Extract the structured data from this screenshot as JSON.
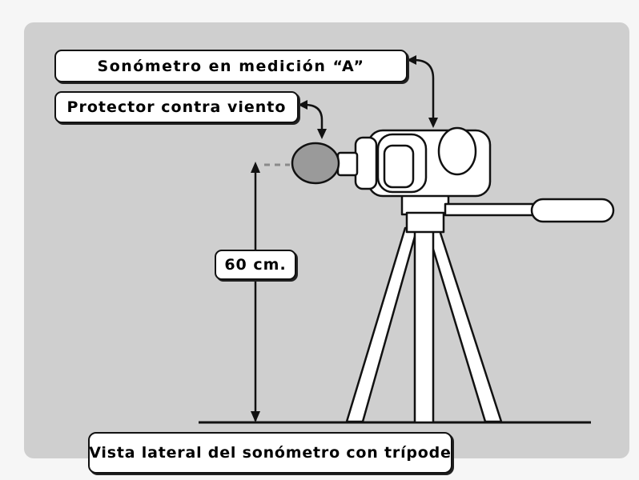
{
  "labels": {
    "sonometro": "Sonómetro en medición “A”",
    "protector": "Protector contra viento",
    "height": "60 cm.",
    "caption": "Vista lateral del sonómetro con trípode"
  },
  "colors": {
    "page_background": "#f6f6f6",
    "panel": "#cfcfcf",
    "outline": "#111111",
    "instrument_fill": "#ffffff",
    "windscreen_fill": "#9a9a9a"
  }
}
